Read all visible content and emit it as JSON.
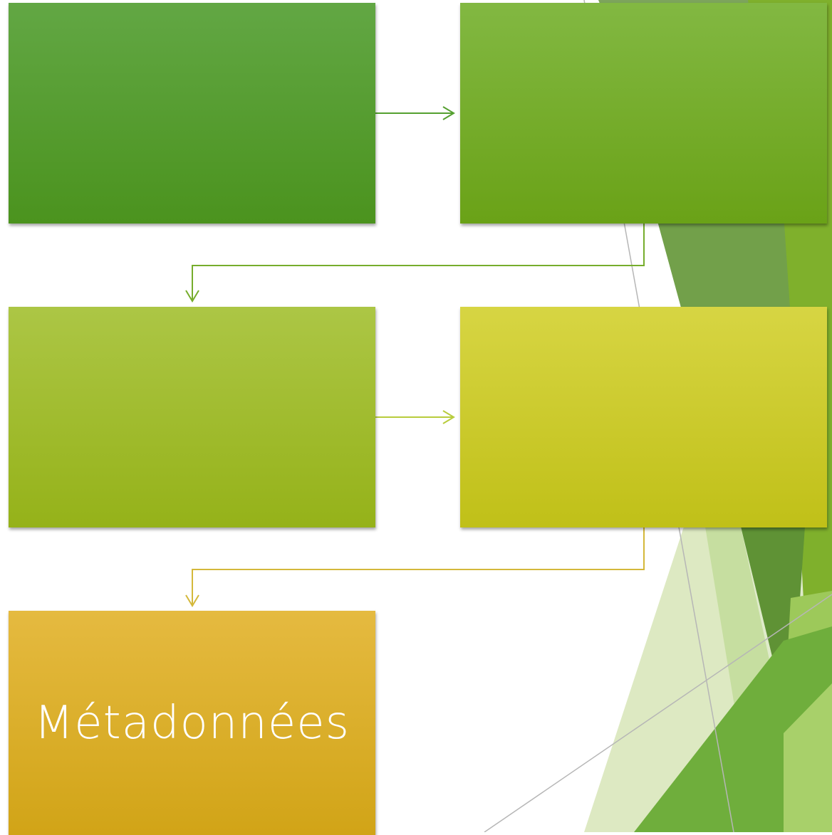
{
  "diagram": {
    "nodes": [
      {
        "id": "step-1",
        "label": ""
      },
      {
        "id": "step-2",
        "label": ""
      },
      {
        "id": "step-3",
        "label": ""
      },
      {
        "id": "step-4",
        "label": ""
      },
      {
        "id": "step-5",
        "label": "Métadonnées"
      }
    ],
    "edges": [
      {
        "from": "step-1",
        "to": "step-2"
      },
      {
        "from": "step-2",
        "to": "step-3"
      },
      {
        "from": "step-3",
        "to": "step-4"
      },
      {
        "from": "step-4",
        "to": "step-5"
      }
    ]
  },
  "colors": {
    "step_1": "#55a030",
    "step_2": "#76ad2c",
    "step_3": "#a0bc2f",
    "step_4": "#cccb2d",
    "step_5": "#dcaf2b",
    "background_accent": "#5e9a36"
  }
}
